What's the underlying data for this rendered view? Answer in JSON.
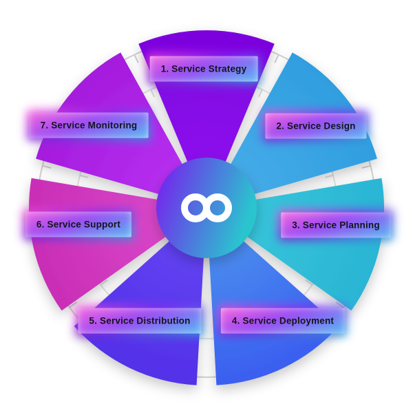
{
  "diagram": {
    "type": "radial-segmented-wheel",
    "center": {
      "icon": "infinity-icon",
      "symbol": "∞",
      "gradient": [
        "#7b16f0",
        "#2ac4cf"
      ]
    },
    "ring_color": "#d2d2d2",
    "inner_ring_color": "#e3e3e3",
    "segments": [
      {
        "id": 1,
        "label": "1. Service Strategy",
        "angle_center": -90,
        "color_inner": "#8d12ee",
        "color_outer": "#7b02dd"
      },
      {
        "id": 2,
        "label": "2. Service Design",
        "angle_center": -38.57,
        "color_inner": "#45abe8",
        "color_outer": "#2f9edf"
      },
      {
        "id": 3,
        "label": "3. Service Planning",
        "angle_center": 12.86,
        "color_inner": "#36c4da",
        "color_outer": "#2ab5d4"
      },
      {
        "id": 4,
        "label": "4. Service Deployment",
        "angle_center": 64.29,
        "color_inner": "#4a8cee",
        "color_outer": "#3a5ef0"
      },
      {
        "id": 5,
        "label": "5. Service Distribution",
        "angle_center": 115.71,
        "color_inner": "#6242f2",
        "color_outer": "#5230e8"
      },
      {
        "id": 6,
        "label": "6. Service Support",
        "angle_center": 167.14,
        "color_inner": "#d847c8",
        "color_outer": "#c92db6"
      },
      {
        "id": 7,
        "label": "7. Service Monitoring",
        "angle_center": 218.57,
        "color_inner": "#b62ff0",
        "color_outer": "#a51bdd"
      }
    ]
  }
}
